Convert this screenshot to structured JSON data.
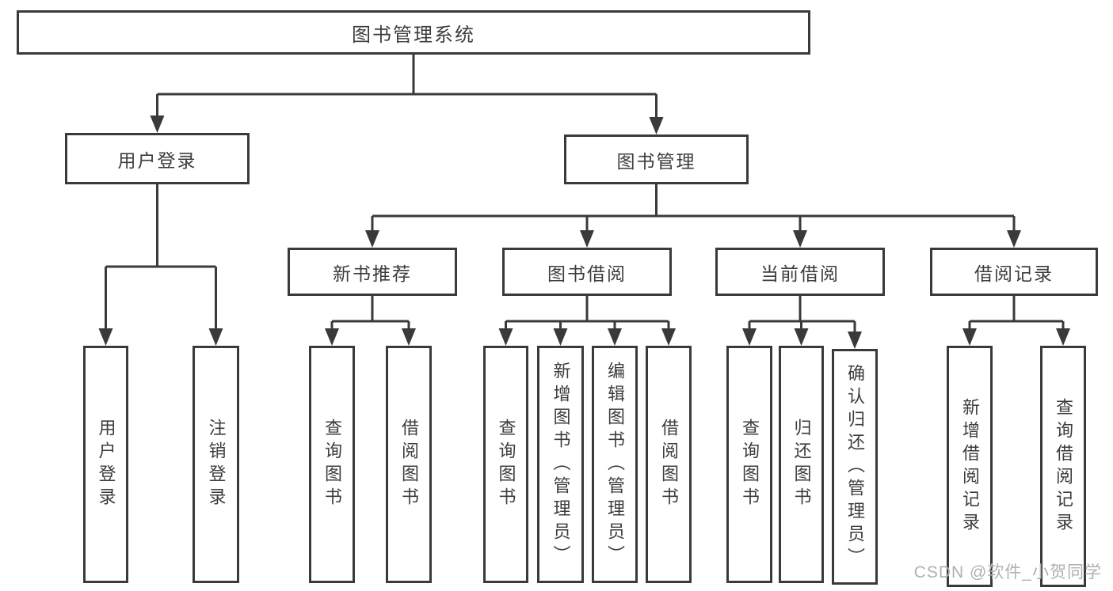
{
  "diagram": {
    "title": "图书管理系统",
    "nodes": [
      {
        "id": "root",
        "label": "图书管理系统"
      },
      {
        "id": "user-login",
        "label": "用户登录"
      },
      {
        "id": "book-mgmt",
        "label": "图书管理"
      },
      {
        "id": "new-book-rec",
        "label": "新书推荐"
      },
      {
        "id": "book-borrow",
        "label": "图书借阅"
      },
      {
        "id": "current-borrow",
        "label": "当前借阅"
      },
      {
        "id": "borrow-records",
        "label": "借阅记录"
      },
      {
        "id": "login",
        "label": "用户登录"
      },
      {
        "id": "logout",
        "label": "注销登录"
      },
      {
        "id": "nb-query",
        "label": "查询图书"
      },
      {
        "id": "nb-borrow",
        "label": "借阅图书"
      },
      {
        "id": "bb-query",
        "label": "查询图书"
      },
      {
        "id": "bb-add",
        "label": "新增图书（管理员）"
      },
      {
        "id": "bb-edit",
        "label": "编辑图书（管理员）"
      },
      {
        "id": "bb-borrow",
        "label": "借阅图书"
      },
      {
        "id": "cb-query",
        "label": "查询图书"
      },
      {
        "id": "cb-return",
        "label": "归还图书"
      },
      {
        "id": "cb-confirm",
        "label": "确认归还（管理员）"
      },
      {
        "id": "br-add",
        "label": "新增借阅记录"
      },
      {
        "id": "br-query",
        "label": "查询借阅记录"
      }
    ],
    "edges": [
      {
        "from": "root",
        "to": [
          "user-login",
          "book-mgmt"
        ]
      },
      {
        "from": "user-login",
        "to": [
          "login",
          "logout"
        ]
      },
      {
        "from": "book-mgmt",
        "to": [
          "new-book-rec",
          "book-borrow",
          "current-borrow",
          "borrow-records"
        ]
      },
      {
        "from": "new-book-rec",
        "to": [
          "nb-query",
          "nb-borrow"
        ]
      },
      {
        "from": "book-borrow",
        "to": [
          "bb-query",
          "bb-add",
          "bb-edit",
          "bb-borrow"
        ]
      },
      {
        "from": "current-borrow",
        "to": [
          "cb-query",
          "cb-return",
          "cb-confirm"
        ]
      },
      {
        "from": "borrow-records",
        "to": [
          "br-add",
          "br-query"
        ]
      }
    ]
  },
  "watermark": {
    "text": "CSDN @软件_小贺同学"
  },
  "colors": {
    "line": "#3a3a3a",
    "text": "#3d3d3d",
    "watermark": "#b0b0b0",
    "background": "#ffffff"
  }
}
